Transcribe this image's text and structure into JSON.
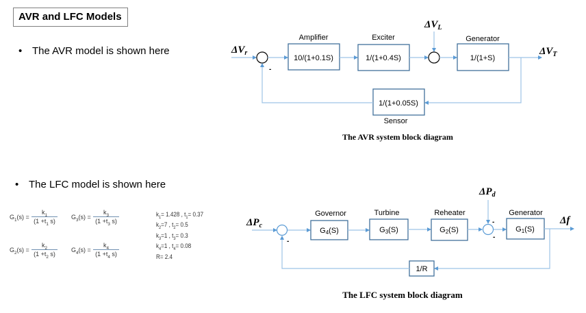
{
  "slide": {
    "title": "AVR and LFC Models",
    "bullets": [
      {
        "marker": "•",
        "text": "The AVR model is shown here"
      },
      {
        "marker": "•",
        "text": "The LFC model is shown here"
      }
    ]
  },
  "avr": {
    "input_label": "ΔV",
    "input_sub": "r",
    "disturbance_label": "ΔV",
    "disturbance_sub": "L",
    "output_label": "ΔV",
    "output_sub": "T",
    "minus_sign": "-",
    "blocks": [
      {
        "name": "Amplifier",
        "tf": "10/(1+0.1S)"
      },
      {
        "name": "Exciter",
        "tf": "1/(1+0.4S)"
      },
      {
        "name": "Generator",
        "tf": "1/(1+S)"
      },
      {
        "name": "Sensor",
        "tf": "1/(1+0.05S)"
      }
    ],
    "caption": "The AVR system block diagram"
  },
  "lfc": {
    "input_label": "ΔP",
    "input_sub": "c",
    "disturbance_label": "ΔP",
    "disturbance_sub": "d",
    "output_label": "Δf",
    "minus_sign": "-",
    "blocks": [
      {
        "name": "Governor",
        "tf_main": "G",
        "tf_sub": "4",
        "tf_tail": "(S)"
      },
      {
        "name": "Turbine",
        "tf_main": "G",
        "tf_sub": "3",
        "tf_tail": "(S)"
      },
      {
        "name": "Reheater",
        "tf_main": "G",
        "tf_sub": "2",
        "tf_tail": "(S)"
      },
      {
        "name": "Generator",
        "tf_main": "G",
        "tf_sub": "1",
        "tf_tail": "(S)"
      }
    ],
    "feedback_block": "1/R",
    "caption": "The LFC system block diagram",
    "transfer_functions": [
      {
        "lhs": "G",
        "lhs_sub": "1",
        "lhs_tail": "(s) =",
        "num": "k",
        "num_sub": "1",
        "den_pre": "(1 +t",
        "den_sub": "1",
        "den_post": " s)"
      },
      {
        "lhs": "G",
        "lhs_sub": "3",
        "lhs_tail": "(s) =",
        "num": "k",
        "num_sub": "3",
        "den_pre": "(1 +t",
        "den_sub": "3",
        "den_post": " s)"
      },
      {
        "lhs": "G",
        "lhs_sub": "2",
        "lhs_tail": "(s) =",
        "num": "k",
        "num_sub": "2",
        "den_pre": "(1 +t",
        "den_sub": "2",
        "den_post": " s)"
      },
      {
        "lhs": "G",
        "lhs_sub": "4",
        "lhs_tail": "(s) =",
        "num": "k",
        "num_sub": "4",
        "den_pre": "(1 +t",
        "den_sub": "4",
        "den_post": " s)"
      }
    ],
    "parameters": [
      {
        "k": "k",
        "ks": "1",
        "kv": "= 1.428 ,",
        "t": "t",
        "ts": "1",
        "tv": "= 0.37"
      },
      {
        "k": "k",
        "ks": "2",
        "kv": "=7 ,",
        "t": "t",
        "ts": "2",
        "tv": "= 0.5"
      },
      {
        "k": "k",
        "ks": "3",
        "kv": "=1 ,",
        "t": "t",
        "ts": "3",
        "tv": "= 0.3"
      },
      {
        "k": "k",
        "ks": "4",
        "kv": "=1 ,",
        "t": "t",
        "ts": "4",
        "tv": "= 0.08"
      }
    ],
    "R_param": "R= 2.4"
  },
  "colors": {
    "line": "#9dc3e6",
    "arrow": "#5b9bd5",
    "box_border": "#41719c"
  }
}
